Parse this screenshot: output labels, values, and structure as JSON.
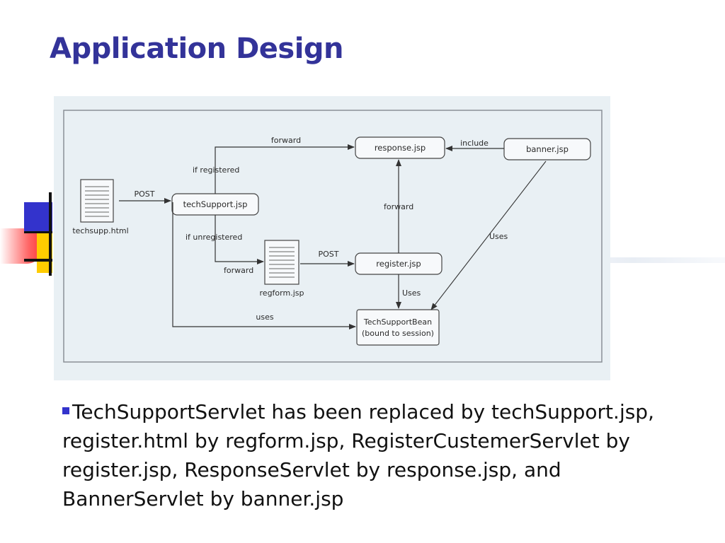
{
  "slide": {
    "title": "Application Design",
    "bullet": "TechSupportServlet has been replaced by techSupport.jsp, register.html by regform.jsp, RegisterCustemerServlet by register.jsp, ResponseServlet by response.jsp, and BannerServlet by banner.jsp"
  },
  "diagram": {
    "nodes": {
      "techsupp_html": "techsupp.html",
      "techsupport_jsp": "techSupport.jsp",
      "response_jsp": "response.jsp",
      "banner_jsp": "banner.jsp",
      "regform_jsp": "regform.jsp",
      "register_jsp": "register.jsp",
      "bean_line1": "TechSupportBean",
      "bean_line2": "(bound to session)"
    },
    "edges": {
      "post_1": "POST",
      "forward_top": "forward",
      "if_registered": "if registered",
      "include": "include",
      "forward_mid": "forward",
      "uses_banner": "Uses",
      "if_unregistered": "if unregistered",
      "post_2": "POST",
      "forward_reg": "forward",
      "uses_register": "Uses",
      "uses_bottom": "uses"
    }
  },
  "colors": {
    "title": "#333399",
    "bullet": "#3333cc",
    "panel": "#e9f0f4"
  }
}
